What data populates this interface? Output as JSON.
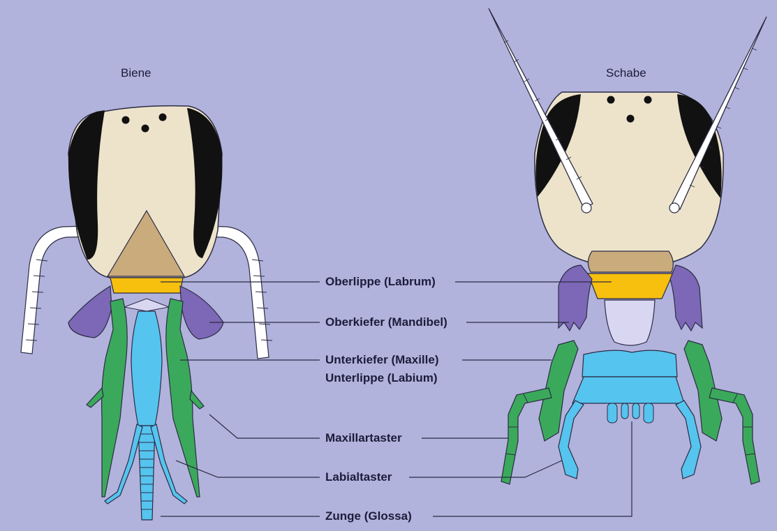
{
  "titles": {
    "left": "Biene",
    "right": "Schabe"
  },
  "labels": {
    "labrum": "Oberlippe (Labrum)",
    "mandible": "Oberkiefer (Mandibel)",
    "maxilla": "Unterkiefer (Maxille)",
    "labium": "Unterlippe (Labium)",
    "maxillary_palp": "Maxillartaster",
    "labial_palp": "Labialtaster",
    "glossa": "Zunge (Glossa)"
  },
  "colors": {
    "background": "#b1b3dc",
    "head": "#ede3cb",
    "eye": "#111111",
    "clypeus": "#c9ab7c",
    "labrum": "#f8c00e",
    "mandible": "#7c68b6",
    "maxilla": "#3ba95b",
    "labium": "#55c4ef",
    "hypopharynx": "#d9d6f1",
    "antenna": "#ffffff",
    "line": "#2b2b44"
  }
}
